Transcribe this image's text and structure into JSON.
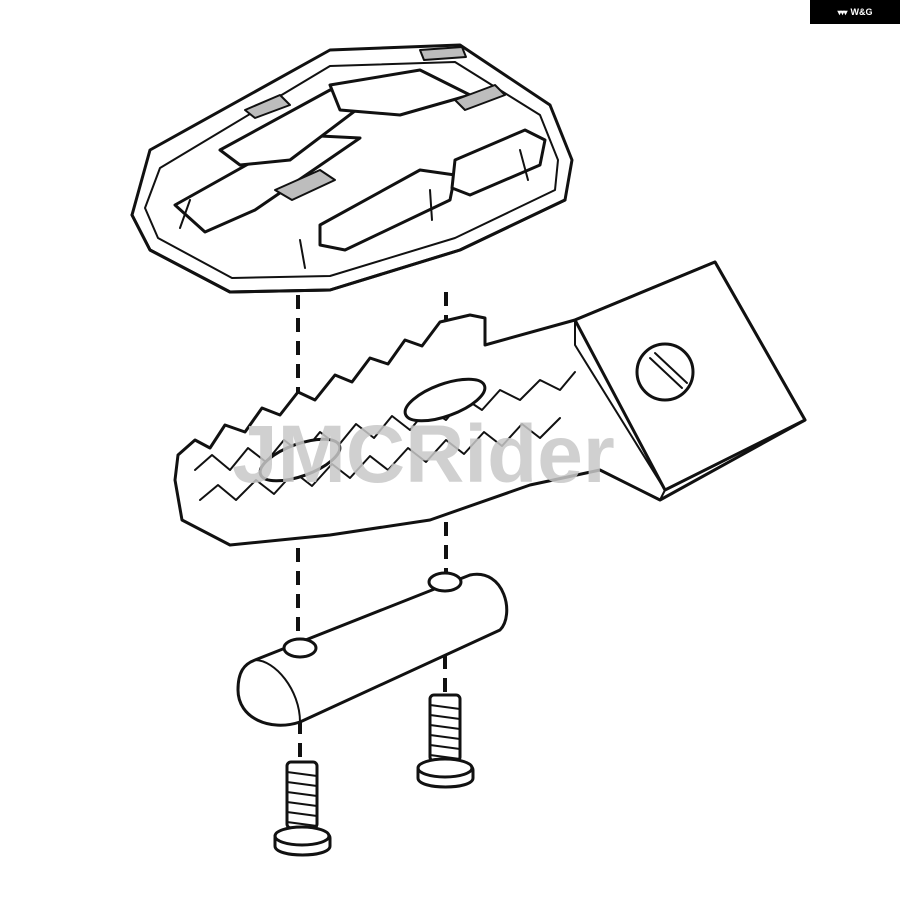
{
  "brand": {
    "logo_text": "W&G"
  },
  "watermark": {
    "text": "JMCRider"
  },
  "parts": [
    {
      "name": "footpeg-tread-plate"
    },
    {
      "name": "footpeg-body"
    },
    {
      "name": "mounting-bar"
    },
    {
      "name": "screw-left"
    },
    {
      "name": "screw-right"
    }
  ]
}
